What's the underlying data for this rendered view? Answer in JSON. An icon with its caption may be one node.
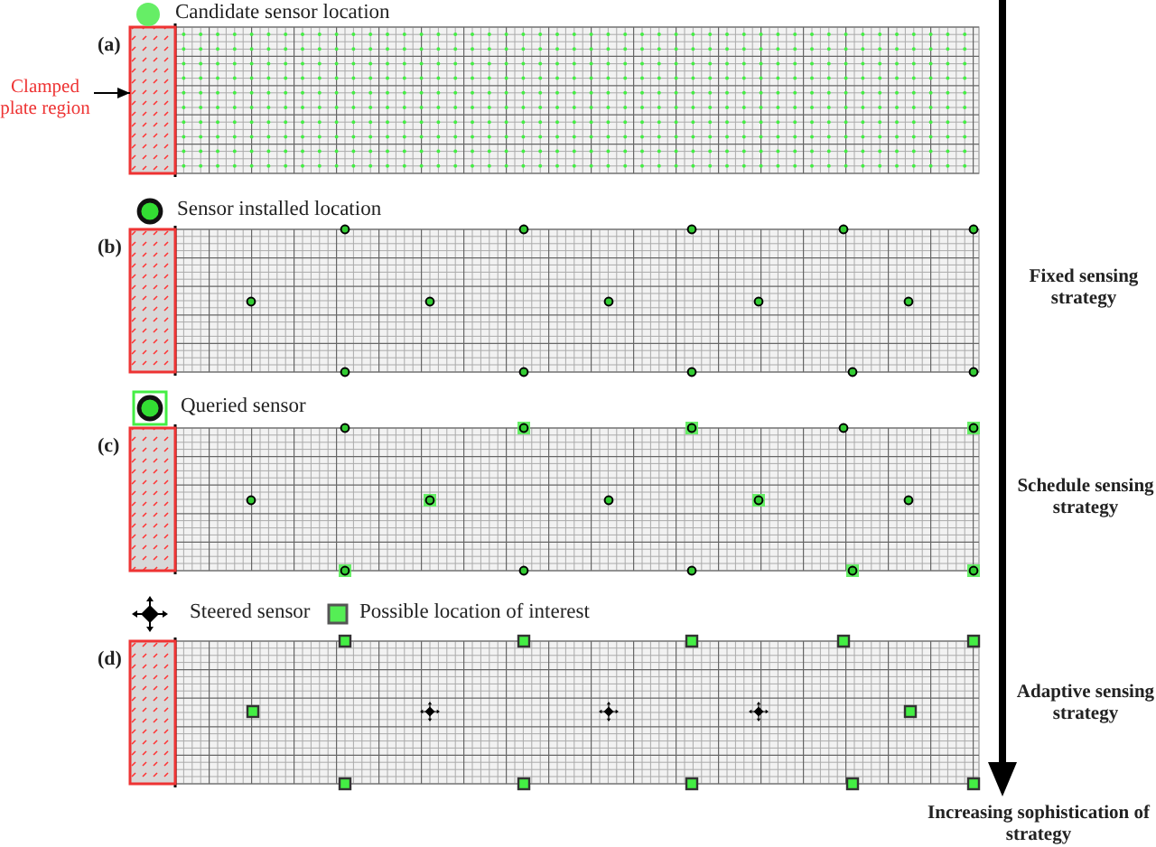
{
  "diagram": {
    "nodes": [
      {
        "text": [
          "Clamped plate region"
        ]
      },
      {
        "text": [],
        "shape": "box"
      }
    ],
    "edges": [
      {
        "from": 0,
        "to": 1,
        "arrow": "to"
      }
    ],
    "labels": [
      "(a)",
      "(b)",
      "(c)",
      "(d)",
      "Fixed sensing strategy",
      "Schedule sensing strategy",
      "Adaptive sensing strategy",
      "Increasing sophistication of strategy"
    ],
    "legend": [
      {
        "text": "Candidate sensor location",
        "color": "#66ee66"
      },
      {
        "text": "Sensor installed location"
      },
      {
        "text": "Queried sensor"
      },
      {
        "text": "Steered sensor"
      },
      {
        "text": "Possible location of interest"
      }
    ]
  }
}
